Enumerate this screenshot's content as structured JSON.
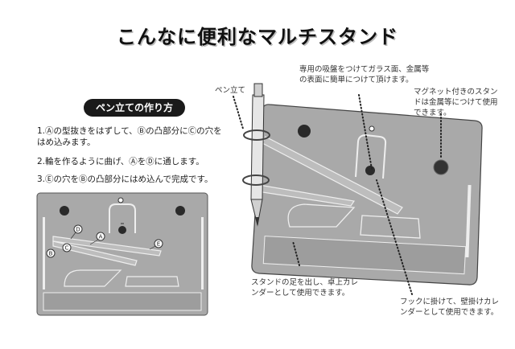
{
  "title": "こんなに便利なマルチスタンド",
  "howto": {
    "heading": "ペン立ての作り方",
    "steps": [
      "1.Ⓐの型抜きをはずして、Ⓑの凸部分にⒸの穴をはめ込みます。",
      "2.輪を作るように曲げ、ⒶをⒹに通します。",
      "3.Ⓔの穴をⒷの凸部分にはめ込んで完成です。"
    ]
  },
  "part_labels": [
    "A",
    "B",
    "C",
    "D",
    "E"
  ],
  "callouts": {
    "pen": "ペン立て",
    "sucker": "専用の吸盤をつけてガラス面、金属等の表面に簡単につけて頂けます。",
    "magnet": "マグネット付きのスタンドは金属等につけて使用できます。",
    "stand": "スタンドの足を出し、卓上カレンダーとして使用できます。",
    "hook": "フックに掛けて、壁掛けカレンダーとして使用できます。"
  },
  "colors": {
    "plate": "#a9a9a9",
    "plate_dark": "#8c8c8c",
    "outline": "#333333",
    "hole": "#2a2a2a",
    "cutout": "#c8c8c8"
  }
}
